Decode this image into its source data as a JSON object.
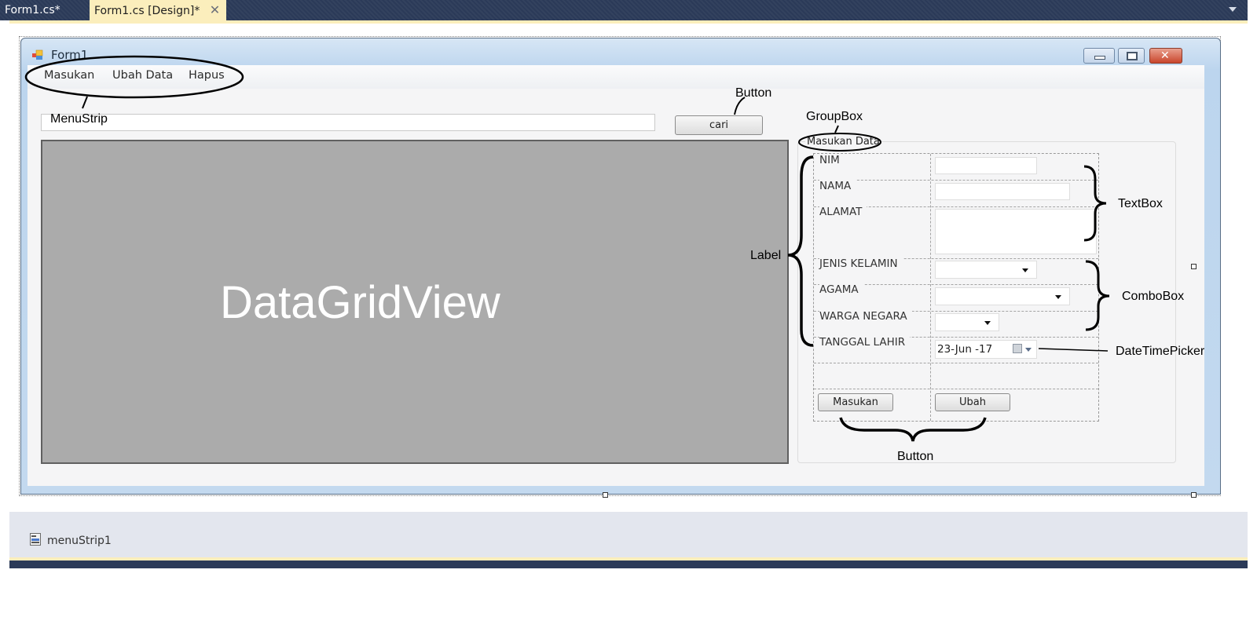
{
  "ide": {
    "tabs": [
      {
        "label": "Form1.cs*",
        "active": false
      },
      {
        "label": "Form1.cs [Design]*",
        "active": true,
        "close_icon": "close-icon"
      }
    ],
    "tab_overflow_icon": "chevron-down-icon"
  },
  "form": {
    "title": "Form1",
    "caption_buttons": [
      "minimize",
      "maximize",
      "close"
    ],
    "menu": {
      "items": [
        {
          "label": "Masukan"
        },
        {
          "label": "Ubah Data"
        },
        {
          "label": "Hapus"
        }
      ]
    },
    "search": {
      "value": "",
      "button_label": "cari"
    },
    "datagridview": {
      "label": "DataGridView"
    },
    "groupbox": {
      "title": "Masukan Data",
      "fields": [
        {
          "label": "NIM",
          "type": "textbox",
          "value": ""
        },
        {
          "label": "NAMA",
          "type": "textbox",
          "value": ""
        },
        {
          "label": "ALAMAT",
          "type": "textbox-multiline",
          "value": ""
        },
        {
          "label": "JENIS KELAMIN",
          "type": "combobox",
          "value": ""
        },
        {
          "label": "AGAMA",
          "type": "combobox",
          "value": ""
        },
        {
          "label": "WARGA NEGARA",
          "type": "combobox",
          "value": ""
        },
        {
          "label": "TANGGAL LAHIR",
          "type": "datetimepicker",
          "value": "23-Jun -17"
        }
      ],
      "buttons": [
        {
          "label": "Masukan"
        },
        {
          "label": "Ubah"
        }
      ]
    }
  },
  "annotations": {
    "menustrip": "MenuStrip",
    "button_top": "Button",
    "groupbox": "GroupBox",
    "label": "Label",
    "textbox": "TextBox",
    "combobox": "ComboBox",
    "datetimepicker": "DateTimePicker",
    "button_bottom": "Button"
  },
  "tray": {
    "items": [
      {
        "label": "menuStrip1",
        "icon": "menustrip-icon"
      }
    ]
  },
  "colors": {
    "ide_dark": "#2b3a58",
    "ide_tab_active": "#fbeebc",
    "form_border": "#bcd5ee",
    "grid_bg": "#ababab",
    "close_button": "#c9462c"
  }
}
